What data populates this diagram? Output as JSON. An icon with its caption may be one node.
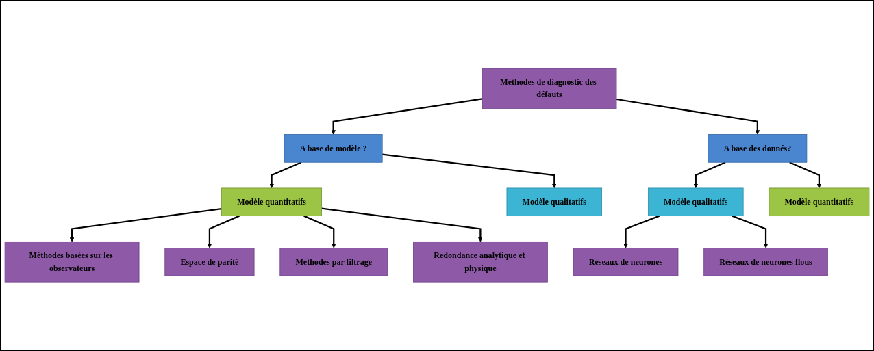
{
  "diagram": {
    "nodes": [
      {
        "text": [
          "Méthodes de diagnostic des défauts"
        ]
      },
      {
        "text": [
          "A base de modèle ?"
        ]
      },
      {
        "text": [
          "A base des donnés?"
        ]
      },
      {
        "text": [
          "Modèle quantitatifs"
        ]
      },
      {
        "text": [
          "Modèle qualitatifs"
        ]
      },
      {
        "text": [
          "Modèle qualitatifs"
        ]
      },
      {
        "text": [
          "Modèle quantitatifs"
        ]
      },
      {
        "text": [
          "Méthodes basées sur les observateurs"
        ]
      },
      {
        "text": [
          "Redondance analytique et physique"
        ]
      },
      {
        "text": [
          "Espace de parité"
        ]
      },
      {
        "text": [
          "Méthodes par filtrage"
        ]
      },
      {
        "text": [
          "Réseaux de neurones"
        ]
      },
      {
        "text": [
          "Réseaux de neurones flous"
        ]
      }
    ],
    "edges": [
      {
        "from": 0,
        "to": 1,
        "arrow": "to"
      },
      {
        "from": 0,
        "to": 2,
        "arrow": "to"
      },
      {
        "from": 1,
        "to": 3,
        "arrow": "to"
      },
      {
        "from": 1,
        "to": 4,
        "arrow": "to"
      },
      {
        "from": 2,
        "to": 5,
        "arrow": "to"
      },
      {
        "from": 2,
        "to": 6,
        "arrow": "to"
      },
      {
        "from": 3,
        "to": 7,
        "arrow": "to"
      },
      {
        "from": 3,
        "to": 9,
        "arrow": "to"
      },
      {
        "from": 3,
        "to": 10,
        "arrow": "to"
      },
      {
        "from": 3,
        "to": 8,
        "arrow": "to"
      },
      {
        "from": 5,
        "to": 11,
        "arrow": "to"
      },
      {
        "from": 5,
        "to": 12,
        "arrow": "to"
      }
    ]
  }
}
